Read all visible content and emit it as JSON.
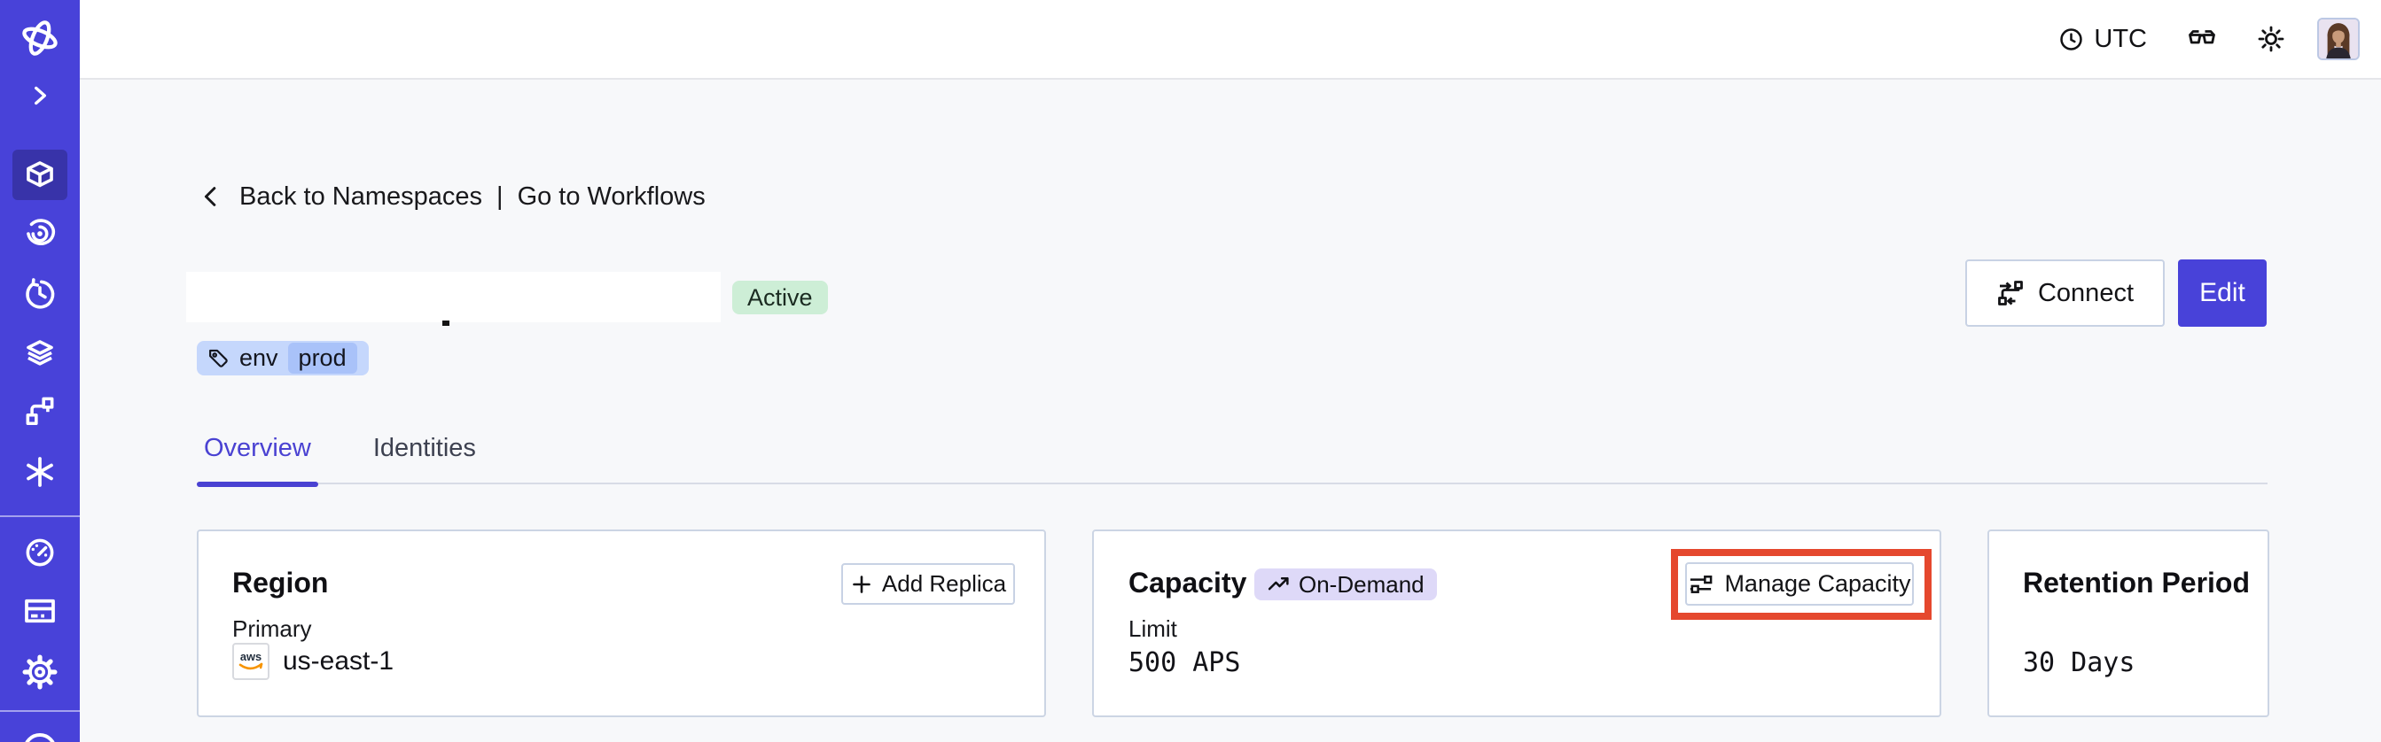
{
  "topbar": {
    "timezone_label": "UTC",
    "icons": [
      "clock-icon",
      "glasses-icon",
      "brightness-icon",
      "avatar"
    ]
  },
  "sidebar": {
    "items": [
      {
        "icon": "temporal-logo"
      },
      {
        "icon": "chevron-right-expand"
      },
      {
        "icon": "cube-namespaces",
        "active": true
      },
      {
        "icon": "spiral"
      },
      {
        "icon": "timer"
      },
      {
        "icon": "layers"
      },
      {
        "icon": "pipeline"
      },
      {
        "icon": "asterisk-nexus"
      },
      {
        "icon": "gauge-usage"
      },
      {
        "icon": "billing-card"
      },
      {
        "icon": "gear-settings"
      },
      {
        "icon": "support-partial"
      }
    ]
  },
  "nav": {
    "back_label": "Back to Namespaces",
    "separator": "|",
    "forward_label": "Go to Workflows"
  },
  "namespace": {
    "status_badge": "Active",
    "tag": {
      "key": "env",
      "value": "prod"
    }
  },
  "header_actions": {
    "connect_label": "Connect",
    "edit_label": "Edit"
  },
  "tabs": [
    {
      "label": "Overview",
      "active": true
    },
    {
      "label": "Identities",
      "active": false
    }
  ],
  "cards": {
    "region": {
      "title": "Region",
      "add_replica_label": "Add Replica",
      "row_label": "Primary",
      "provider": "aws",
      "value": "us-east-1"
    },
    "capacity": {
      "title": "Capacity",
      "badge_label": "On-Demand",
      "manage_label": "Manage Capacity",
      "row_label": "Limit",
      "value": "500 APS"
    },
    "retention": {
      "title": "Retention Period",
      "value": "30 Days"
    }
  },
  "colors": {
    "accent_indigo": "#4842d9",
    "annotation_red": "#e5482e",
    "status_green_bg": "#cdeed6",
    "tag_blue_bg": "#c5d7fc",
    "tag_chip_bg": "#a9c2f9",
    "ondemand_lavender_bg": "#ded9f8",
    "content_bg": "#f7f8fa"
  }
}
